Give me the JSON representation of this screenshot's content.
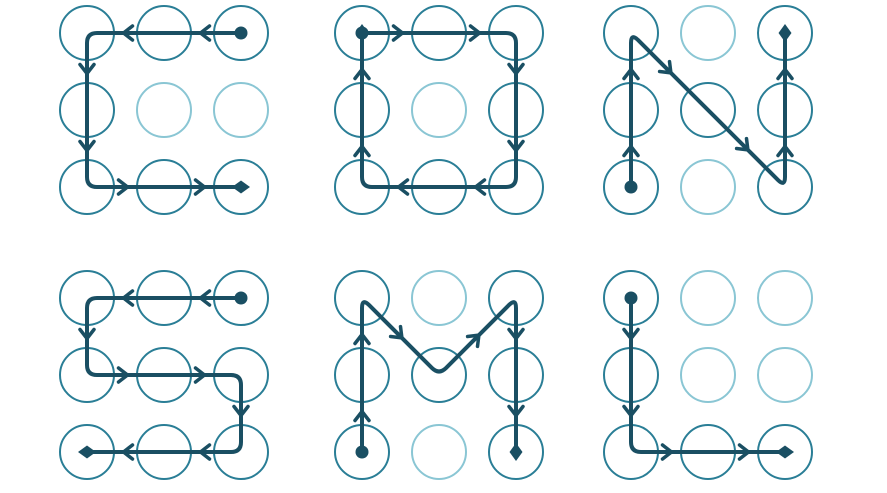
{
  "colors": {
    "active_ring": "#2a7e96",
    "inactive_ring": "#8ac6d4",
    "path": "#1a4f63",
    "background": "#ffffff"
  },
  "patterns": [
    {
      "id": "pattern-c",
      "letter": "C",
      "order": [
        3,
        2,
        1,
        4,
        7,
        8,
        9
      ]
    },
    {
      "id": "pattern-o",
      "letter": "O",
      "order": [
        1,
        2,
        3,
        6,
        9,
        8,
        7,
        4,
        1
      ]
    },
    {
      "id": "pattern-n",
      "letter": "N",
      "order": [
        7,
        4,
        1,
        5,
        9,
        6,
        3
      ]
    },
    {
      "id": "pattern-s",
      "letter": "S",
      "order": [
        3,
        2,
        1,
        4,
        5,
        6,
        9,
        8,
        7
      ]
    },
    {
      "id": "pattern-m",
      "letter": "M",
      "order": [
        7,
        4,
        1,
        5,
        3,
        6,
        9
      ]
    },
    {
      "id": "pattern-l",
      "letter": "L",
      "order": [
        1,
        4,
        7,
        8,
        9
      ]
    }
  ]
}
